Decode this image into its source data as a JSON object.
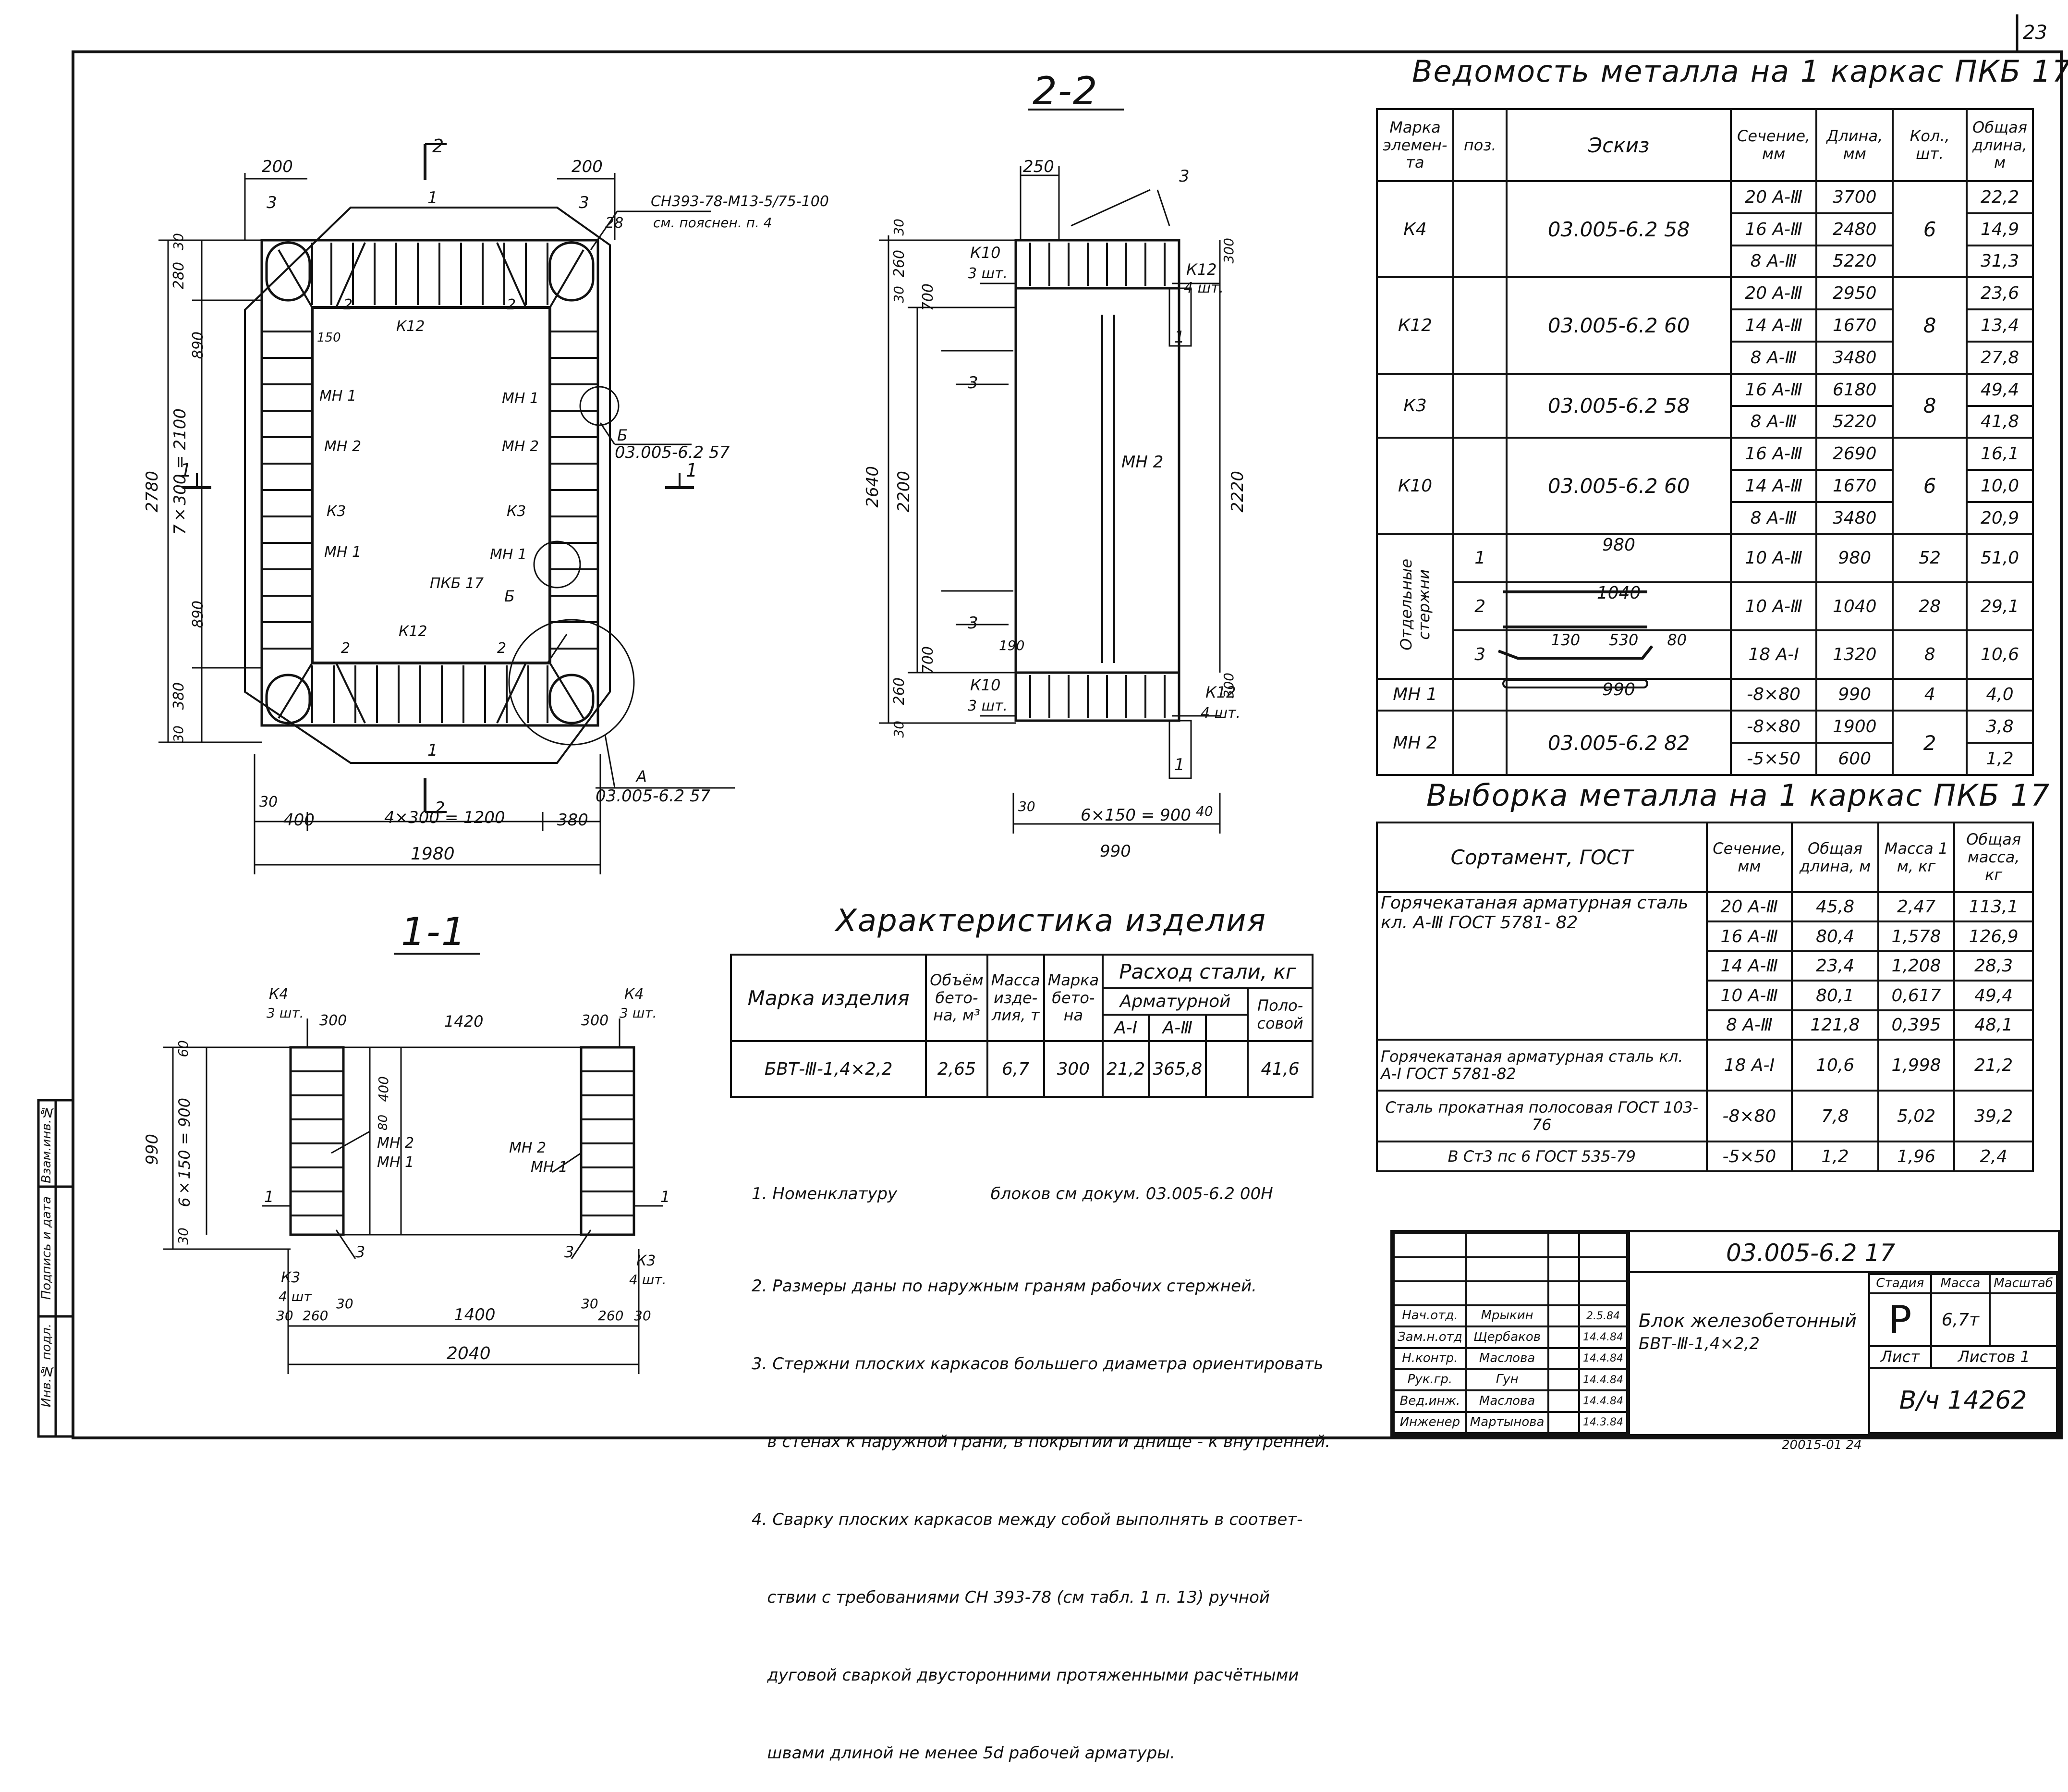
{
  "page_number": "23",
  "section_2_2": {
    "title": "2-2",
    "dims": {
      "d250": "250",
      "d2640": "2640",
      "d2200": "2200",
      "d2220": "2220",
      "d700a": "700",
      "d700b": "700",
      "d260": "260",
      "d30a": "30",
      "d30b": "30",
      "d30c": "30",
      "d260b": "260",
      "d300a": "300",
      "d300b": "300",
      "d190": "190",
      "d30d": "30",
      "d40": "40",
      "d6x150": "6×150 = 900",
      "d990": "990"
    },
    "labels": {
      "k10a": "К10",
      "k10a_q": "3 шт.",
      "k12a": "К12",
      "k12a_q": "4 шт.",
      "k10b": "К10",
      "k10b_q": "3 шт.",
      "k12b": "К12",
      "k12b_q": "4 шт.",
      "mn2": "МН 2",
      "c3a": "3",
      "c3b": "3",
      "c3c": "3",
      "c1a": "1",
      "c1b": "1"
    }
  },
  "plan": {
    "dims": {
      "d200l": "200",
      "d200r": "200",
      "d30t": "30",
      "d280": "280",
      "d890a": "890",
      "d7x300": "7×300 = 2100",
      "d2780": "2780",
      "d890b": "890",
      "d380": "380",
      "d30b": "30",
      "d30l": "30",
      "d400": "400",
      "d4x300": "4×300 = 1200",
      "d380b": "380",
      "d1980": "1980",
      "d150": "150"
    },
    "labels": {
      "cut2top": "2",
      "cut2bot": "2",
      "cut1l": "1",
      "cut1r": "1",
      "c1top": "1",
      "c1bot": "1",
      "c3l": "3",
      "c3r": "3",
      "c28": "28",
      "weld_note": "СН393-78-М13-5/75-100",
      "weld_note2": "см. пояснен. п. 4",
      "k12top": "К12",
      "k12bot": "К12",
      "c2a": "2",
      "c2b": "2",
      "c2c": "2",
      "c2d": "2",
      "mn1a": "МН 1",
      "mn2a": "МН 2",
      "k3a": "К3",
      "mn1b": "МН 1",
      "mn1c": "МН 1",
      "mn2b": "МН 2",
      "k3b": "К3",
      "mn1d": "МН 1",
      "pkb": "ПКБ 17",
      "b1": "Б",
      "b2": "Б",
      "a1": "А",
      "ref57a": "03.005-6.2 57",
      "ref57b": "03.005-6.2 57"
    }
  },
  "section_1_1": {
    "title": "1-1",
    "dims": {
      "d300a": "300",
      "d1420": "1420",
      "d300b": "300",
      "d60": "60",
      "d400": "400",
      "d80": "80",
      "d6x150": "6×150 = 900",
      "d990": "990",
      "d30": "30",
      "d30b": "30",
      "d260": "260",
      "d30c": "30",
      "d1400": "1400",
      "d30d": "30",
      "d260b": "260",
      "d30e": "30",
      "d2040": "2040"
    },
    "labels": {
      "k4l": "К4",
      "k4l_q": "3 шт.",
      "k4r": "К4",
      "k4r_q": "3 шт.",
      "mn2a": "МН 2",
      "mn1a": "МН 1",
      "mn2b": "МН 2",
      "mn1b": "МН 1",
      "c1l": "1",
      "c1r": "1",
      "c3l": "3",
      "c3r": "3",
      "k3l": "К3",
      "k3l_q": "4 шт",
      "k3r": "К3",
      "k3r_q": "4 шт."
    }
  },
  "metal_schedule": {
    "title": "Ведомость металла на 1 каркас ПКБ 17",
    "headers": [
      "Марка элемен- та",
      "поз.",
      "Эскиз",
      "Сечение, мм",
      "Длина, мм",
      "Кол., шт.",
      "Общая длина, м"
    ],
    "groups": [
      {
        "mark": "К4",
        "sketch": "03.005-6.2 58",
        "qty": "6",
        "rows": [
          [
            "20 А-Ⅲ",
            "3700",
            "22,2"
          ],
          [
            "16 А-Ⅲ",
            "2480",
            "14,9"
          ],
          [
            "8 А-Ⅲ",
            "5220",
            "31,3"
          ]
        ]
      },
      {
        "mark": "К12",
        "sketch": "03.005-6.2 60",
        "qty": "8",
        "rows": [
          [
            "20 А-Ⅲ",
            "2950",
            "23,6"
          ],
          [
            "14 А-Ⅲ",
            "1670",
            "13,4"
          ],
          [
            "8 А-Ⅲ",
            "3480",
            "27,8"
          ]
        ]
      },
      {
        "mark": "К3",
        "sketch": "03.005-6.2 58",
        "qty": "8",
        "rows": [
          [
            "16 А-Ⅲ",
            "6180",
            "49,4"
          ],
          [
            "8 А-Ⅲ",
            "5220",
            "41,8"
          ]
        ]
      },
      {
        "mark": "К10",
        "sketch": "03.005-6.2 60",
        "qty": "6",
        "rows": [
          [
            "16 А-Ⅲ",
            "2690",
            "16,1"
          ],
          [
            "14 А-Ⅲ",
            "1670",
            "10,0"
          ],
          [
            "8 А-Ⅲ",
            "3480",
            "20,9"
          ]
        ]
      }
    ],
    "separate_label": "Отдельные стержни",
    "bars": [
      {
        "pos": "1",
        "sketch": "980",
        "sec": "10 А-Ⅲ",
        "len": "980",
        "qty": "52",
        "total": "51,0"
      },
      {
        "pos": "2",
        "sketch": "1040",
        "sec": "10 А-Ⅲ",
        "len": "1040",
        "qty": "28",
        "total": "29,1"
      },
      {
        "pos": "3",
        "sketch": "530",
        "sketch_a": "130",
        "sketch_b": "80",
        "sec": "18 А-Ⅰ",
        "len": "1320",
        "qty": "8",
        "total": "10,6"
      }
    ],
    "mn1": {
      "mark": "МН 1",
      "sketch": "990",
      "sec": "-8×80",
      "len": "990",
      "qty": "4",
      "total": "4,0"
    },
    "mn2": {
      "mark": "МН 2",
      "sketch": "03.005-6.2 82",
      "qty": "2",
      "rows": [
        [
          "-8×80",
          "1900",
          "3,8"
        ],
        [
          "-5×50",
          "600",
          "1,2"
        ]
      ]
    }
  },
  "metal_selection": {
    "title": "Выборка металла на 1 каркас ПКБ 17",
    "headers": [
      "Сортамент, ГОСТ",
      "Сечение, мм",
      "Общая длина, м",
      "Масса 1 м, кг",
      "Общая масса, кг"
    ],
    "g1_label": "Горячекатаная арматурная сталь кл. А-Ⅲ ГОСТ 5781- 82",
    "g1_rows": [
      [
        "20 А-Ⅲ",
        "45,8",
        "2,47",
        "113,1"
      ],
      [
        "16 А-Ⅲ",
        "80,4",
        "1,578",
        "126,9"
      ],
      [
        "14 А-Ⅲ",
        "23,4",
        "1,208",
        "28,3"
      ],
      [
        "10 А-Ⅲ",
        "80,1",
        "0,617",
        "49,4"
      ],
      [
        "8 А-Ⅲ",
        "121,8",
        "0,395",
        "48,1"
      ]
    ],
    "g2_label": "Горячекатаная арматурная сталь кл. А-Ⅰ ГОСТ 5781-82",
    "g2_row": [
      "18 А-Ⅰ",
      "10,6",
      "1,998",
      "21,2"
    ],
    "g3_label": "Сталь прокатная полосовая ГОСТ 103-76",
    "g3_label2": "В Ст3 пс 6 ГОСТ 535-79",
    "g3_rows": [
      [
        "-8×80",
        "7,8",
        "5,02",
        "39,2"
      ],
      [
        "-5×50",
        "1,2",
        "1,96",
        "2,4"
      ]
    ]
  },
  "characteristics": {
    "title": "Характеристика изделия",
    "h_mark": "Марка изделия",
    "h_volume": "Объём бето- на, м³",
    "h_mass": "Масса изде- лия, т",
    "h_grade": "Марка бето- на",
    "h_steel": "Расход стали, кг",
    "h_rebar": "Арматурной",
    "h_a1": "А-Ⅰ",
    "h_a3": "А-Ⅲ",
    "h_strip": "Поло- совой",
    "row": {
      "mark": "БВТ-Ⅲ-1,4×2,2",
      "volume": "2,65",
      "mass": "6,7",
      "grade": "300",
      "a1": "21,2",
      "a3": "365,8",
      "extra": "",
      "strip": "41,6"
    }
  },
  "notes": [
    "1. Номенклатуру                  блоков см докум. 03.005-6.2 00Н",
    "2. Размеры даны по наружным граням рабочих стержней.",
    "3. Стержни плоских каркасов большего диаметра ориентировать",
    "   в стенах к наружной грани, в покрытии и днище - к внутренней.",
    "4. Сварку плоских каркасов между собой выполнять в соответ-",
    "   ствии с требованиями СН 393-78 (см табл. 1 п. 13) ручной",
    "   дуговой сваркой двусторонними протяженными расчётными",
    "   швами длиной не менее 5d рабочей арматуры."
  ],
  "title_block": {
    "doc_code": "03.005-6.2 17",
    "name1": "Блок железобетонный",
    "name2": "БВТ-Ⅲ-1,4×2,2",
    "h_stage": "Стадия",
    "h_mass": "Масса",
    "h_scale": "Масштаб",
    "stage": "Р",
    "mass": "6,7т",
    "sheet_label": "Лист",
    "sheets_label": "Листов 1",
    "org": "В/ч 14262",
    "staff": [
      {
        "role": "Нач.отд.",
        "name": "Мрыкин",
        "date": "2.5.84"
      },
      {
        "role": "Зам.н.отд",
        "name": "Щербаков",
        "date": "14.4.84"
      },
      {
        "role": "Н.контр.",
        "name": "Маслова",
        "date": "14.4.84"
      },
      {
        "role": "Рук.гр.",
        "name": "Гун",
        "date": "14.4.84"
      },
      {
        "role": "Вед.инж.",
        "name": "Маслова",
        "date": "14.4.84"
      },
      {
        "role": "Инженер",
        "name": "Мартынова",
        "date": "14.3.84"
      }
    ]
  },
  "side_stamp": [
    "Инв.№ подл.",
    "Подпись и дата",
    "Взам.инв.№"
  ],
  "footer": "20015-01  24"
}
